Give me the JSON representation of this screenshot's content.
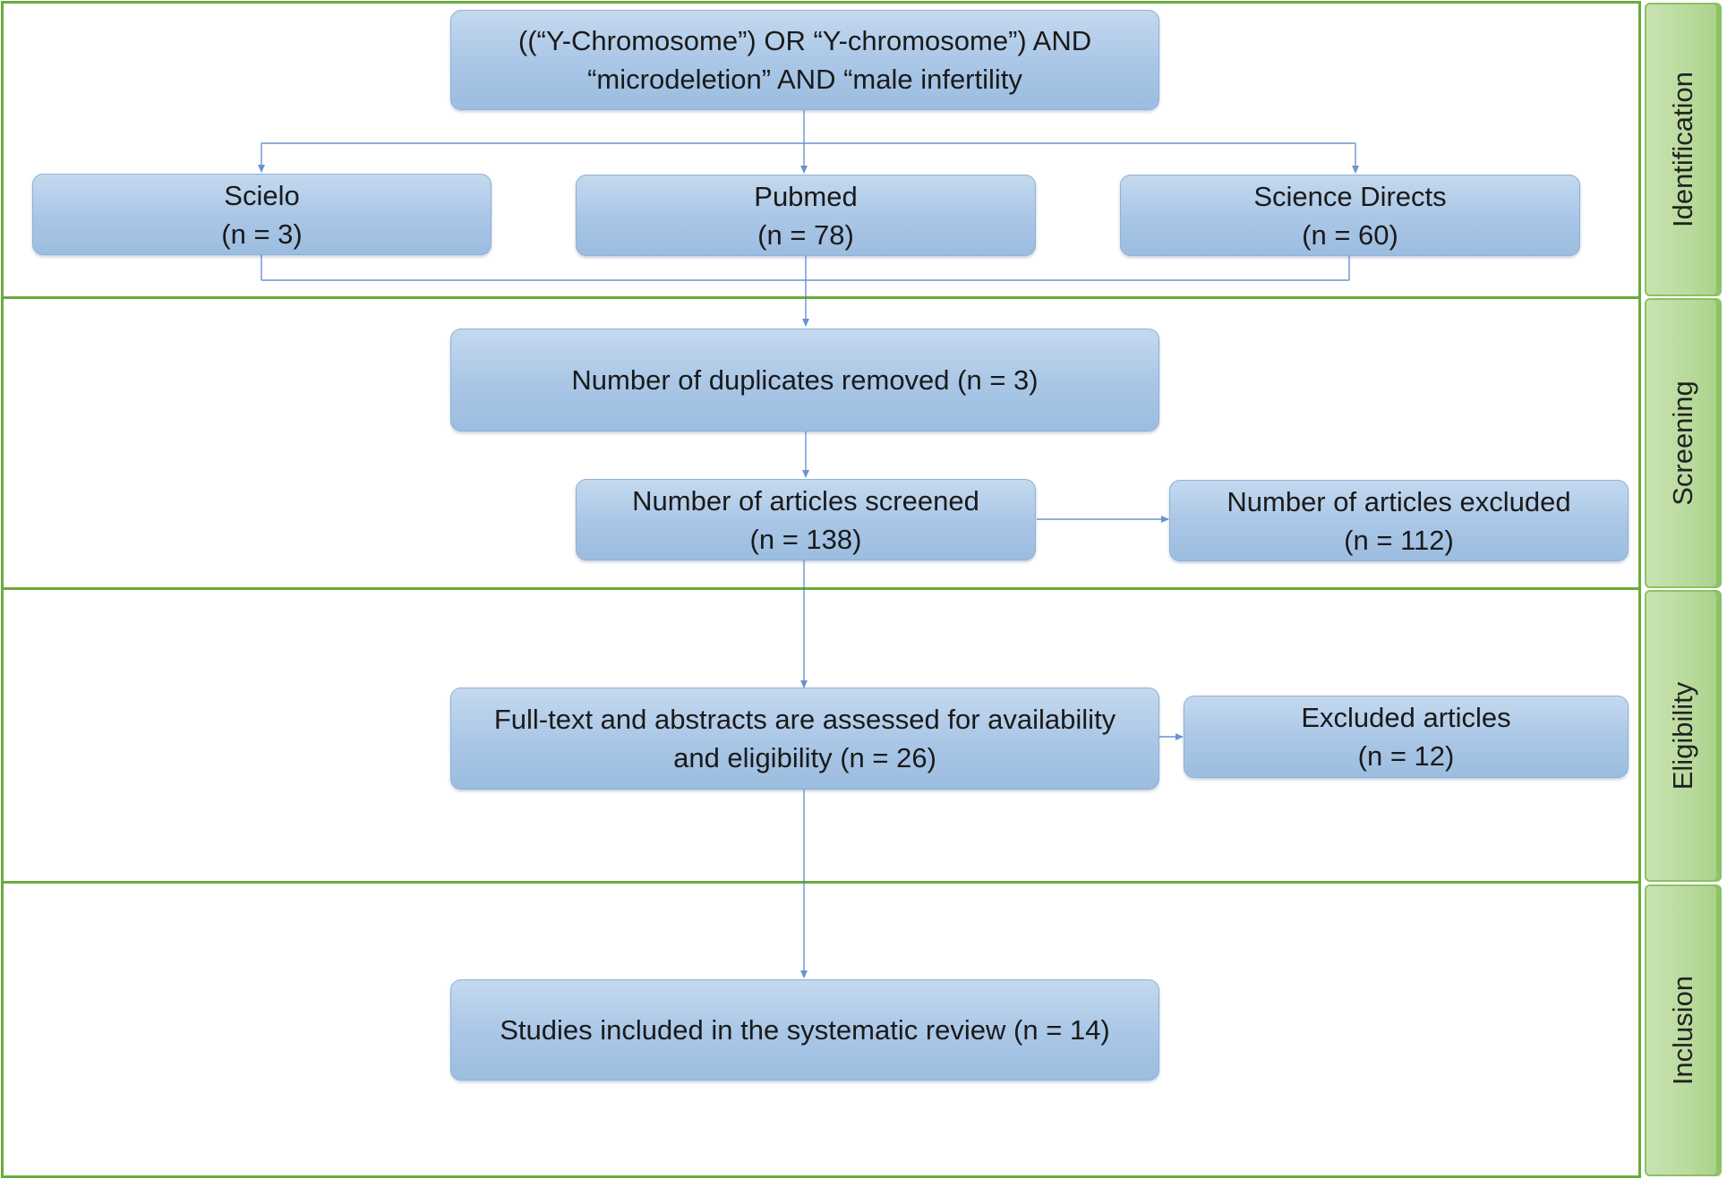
{
  "colors": {
    "section_border": "#6aab3c",
    "tab_fill": "#b8da9c",
    "box_fill": "#a9c6e6",
    "box_border": "#8fb1d8",
    "connector": "#3a6fc0"
  },
  "stages": [
    {
      "id": "identification",
      "label": "Identification"
    },
    {
      "id": "screening",
      "label": "Screening"
    },
    {
      "id": "eligibility",
      "label": "Eligibility"
    },
    {
      "id": "inclusion",
      "label": "Inclusion"
    }
  ],
  "boxes": {
    "query": {
      "line1": "((“Y-Chromosome”) OR “Y-chromosome”) AND",
      "line2": "“microdeletion” AND “male infertility"
    },
    "scielo": {
      "line1": "Scielo",
      "line2": "(n = 3)"
    },
    "pubmed": {
      "line1": "Pubmed",
      "line2": "(n = 78)"
    },
    "science_directs": {
      "line1": "Science Directs",
      "line2": "(n = 60)"
    },
    "duplicates": {
      "line1": "Number of duplicates removed (n = 3)"
    },
    "screened": {
      "line1": "Number of articles screened",
      "line2": "(n = 138)"
    },
    "excluded_screening": {
      "line1": "Number of articles excluded",
      "line2": "(n = 112)"
    },
    "fulltext": {
      "line1": "Full-text and abstracts are assessed for availability",
      "line2": "and eligibility (n = 26)"
    },
    "excluded_articles": {
      "line1": "Excluded articles",
      "line2": "(n = 12)"
    },
    "included": {
      "line1": "Studies included in the systematic review (n = 14)"
    }
  }
}
